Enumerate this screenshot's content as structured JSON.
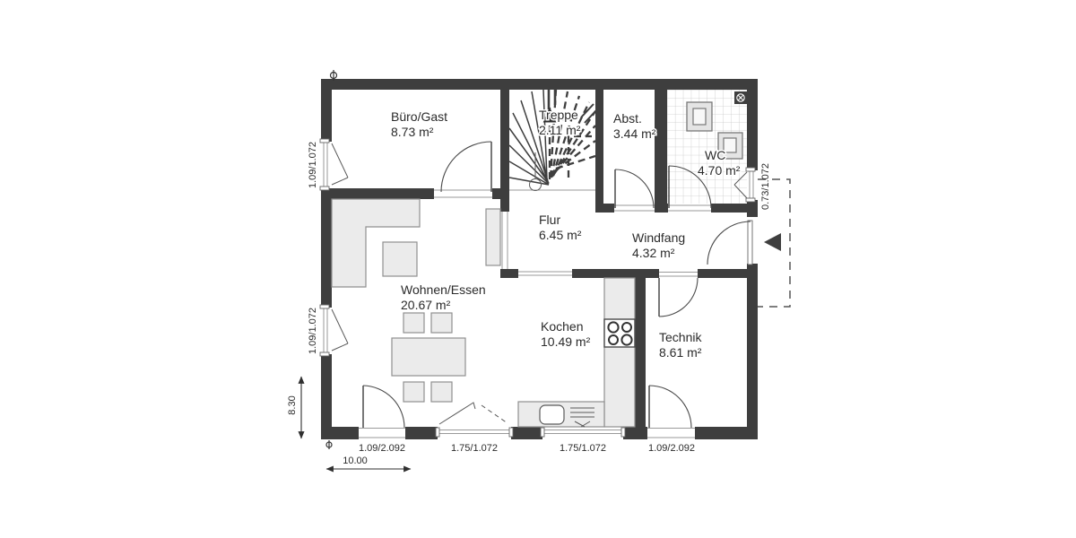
{
  "plan": {
    "rooms": {
      "buero": {
        "name": "Büro/Gast",
        "area": "8.73 m²"
      },
      "treppe": {
        "name": "Treppe",
        "area": "2.11 m²"
      },
      "abst": {
        "name": "Abst.",
        "area": "3.44 m²"
      },
      "wc": {
        "name": "WC",
        "area": "4.70 m²"
      },
      "flur": {
        "name": "Flur",
        "area": "6.45 m²"
      },
      "windfang": {
        "name": "Windfang",
        "area": "4.32 m²"
      },
      "wohnen": {
        "name": "Wohnen/Essen",
        "area": "20.67 m²"
      },
      "kochen": {
        "name": "Kochen",
        "area": "10.49 m²"
      },
      "technik": {
        "name": "Technik",
        "area": "8.61 m²"
      }
    },
    "dimensions": {
      "left_window_top": "1.09/1.072",
      "left_window_bottom": "1.09/1.072",
      "right_window": "0.73/1.072",
      "total_depth": "8.30",
      "total_width": "10.00",
      "bottom_door_left": "1.09/2.092",
      "bottom_window_left": "1.75/1.072",
      "bottom_window_right": "1.75/1.072",
      "bottom_door_right": "1.09/2.092"
    },
    "colors": {
      "wall": "#3e3e3e",
      "furniture_fill": "#ebebeb",
      "line": "#4a4a4a",
      "tile_line": "#c9c9c9"
    }
  }
}
